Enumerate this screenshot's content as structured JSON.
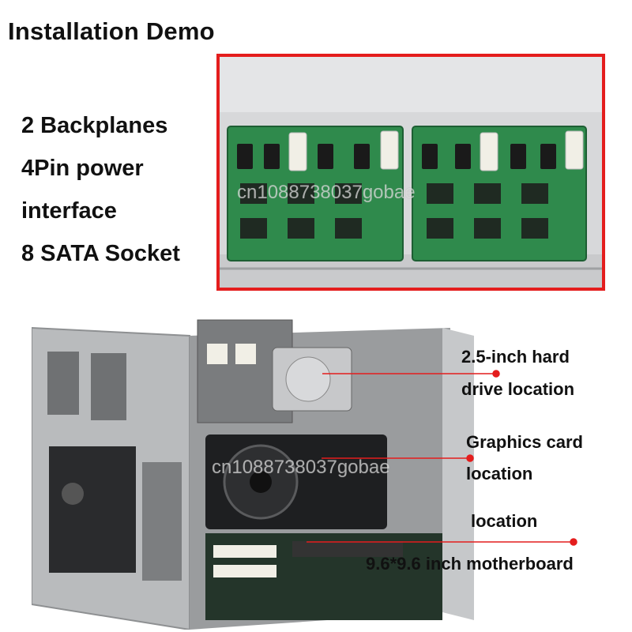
{
  "title": "Installation Demo",
  "specs": [
    "2 Backplanes",
    "4Pin power",
    "interface",
    "8 SATA Socket"
  ],
  "callouts": {
    "hdd": [
      "2.5-inch hard",
      "drive location"
    ],
    "gpu": [
      "Graphics card",
      "location"
    ],
    "mobo": [
      "location",
      "9.6*9.6 inch motherboard"
    ]
  },
  "watermark": "cn1088738037gobae",
  "colors": {
    "frame_red": "#e41d1d",
    "pcb_green": "#2f8a4c",
    "case_gray": "#b9bbbd"
  }
}
